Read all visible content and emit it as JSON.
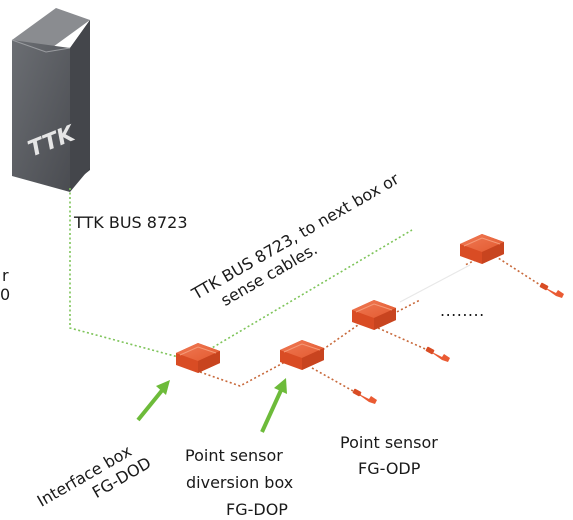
{
  "brand": {
    "logo_text": "TTK"
  },
  "bus_label": "TTK BUS 8723",
  "bus_next_label": {
    "line1": "TTK BUS 8723, to next box or",
    "line2": "sense cables."
  },
  "cutoff_label": {
    "line1": "r",
    "line2": "0"
  },
  "interface_box": {
    "line1": "Interface box",
    "line2": "FG-DOD"
  },
  "diversion_box": {
    "line1": "Point sensor",
    "line2": "diversion box",
    "line3": "FG-DOP"
  },
  "point_sensor": {
    "line1": "Point sensor",
    "line2": "FG-ODP"
  },
  "ellipsis": "........",
  "colors": {
    "cabinet": "#5a5c61",
    "box": "#ea5b33",
    "bus_line": "#7ec45a",
    "sense_cable": "#c8693b",
    "arrow": "#6dbb3a"
  }
}
